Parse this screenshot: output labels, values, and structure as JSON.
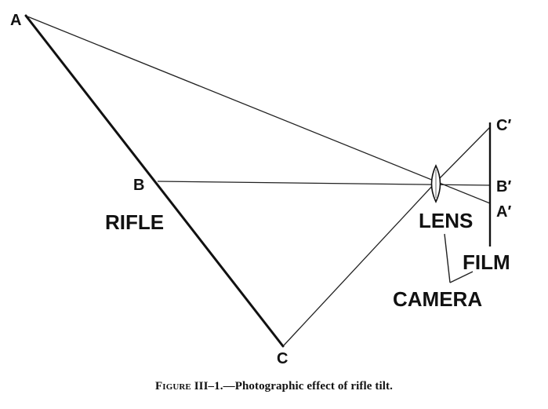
{
  "points": {
    "A": "A",
    "B": "B",
    "C": "C",
    "C_prime": "C′",
    "B_prime": "B′",
    "A_prime": "A′"
  },
  "labels": {
    "rifle": "RIFLE",
    "lens": "LENS",
    "film": "FILM",
    "camera": "CAMERA"
  },
  "caption": {
    "figure_word": "Figure",
    "figure_number": " III–1.—",
    "text": "Photographic effect of rifle tilt."
  }
}
